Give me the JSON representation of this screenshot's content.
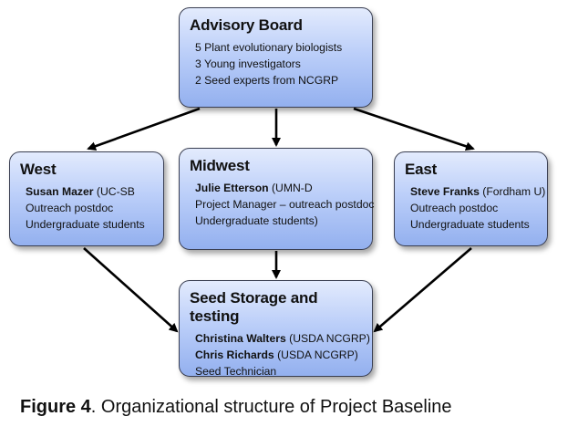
{
  "diagram": {
    "nodes": {
      "advisory": {
        "title": "Advisory Board",
        "lines": [
          {
            "bold": "",
            "rest": "5 Plant evolutionary biologists"
          },
          {
            "bold": "",
            "rest": "3 Young investigators"
          },
          {
            "bold": "",
            "rest": "2 Seed experts from NCGRP"
          }
        ]
      },
      "west": {
        "title": "West",
        "lines": [
          {
            "bold": "Susan Mazer",
            "rest": " (UC-SB"
          },
          {
            "bold": "",
            "rest": "Outreach postdoc"
          },
          {
            "bold": "",
            "rest": "Undergraduate students"
          }
        ]
      },
      "midwest": {
        "title": "Midwest",
        "lines": [
          {
            "bold": "Julie Etterson",
            "rest": " (UMN-D"
          },
          {
            "bold": "",
            "rest": "Project Manager – outreach postdoc"
          },
          {
            "bold": "",
            "rest": "Undergraduate students)"
          }
        ]
      },
      "east": {
        "title": "East",
        "lines": [
          {
            "bold": "Steve Franks",
            "rest": " (Fordham U)"
          },
          {
            "bold": "",
            "rest": "Outreach postdoc"
          },
          {
            "bold": "",
            "rest": "Undergraduate students"
          }
        ]
      },
      "seed": {
        "title": "Seed Storage and testing",
        "lines": [
          {
            "bold": "Christina Walters",
            "rest": " (USDA NCGRP)"
          },
          {
            "bold": "Chris Richards",
            "rest": " (USDA NCGRP)"
          },
          {
            "bold": "",
            "rest": "Seed Technician"
          }
        ]
      }
    },
    "edges": [
      {
        "from": "advisory",
        "to": "west"
      },
      {
        "from": "advisory",
        "to": "midwest"
      },
      {
        "from": "advisory",
        "to": "east"
      },
      {
        "from": "west",
        "to": "seed"
      },
      {
        "from": "midwest",
        "to": "seed"
      },
      {
        "from": "east",
        "to": "seed"
      }
    ],
    "colors": {
      "arrow": "#000000",
      "box_border": "#3a3f52",
      "box_fill_top": "#e3ebfd",
      "box_fill_bottom": "#93b0ef"
    }
  },
  "caption": {
    "label": "Figure 4",
    "text": ".  Organizational structure of Project Baseline"
  }
}
